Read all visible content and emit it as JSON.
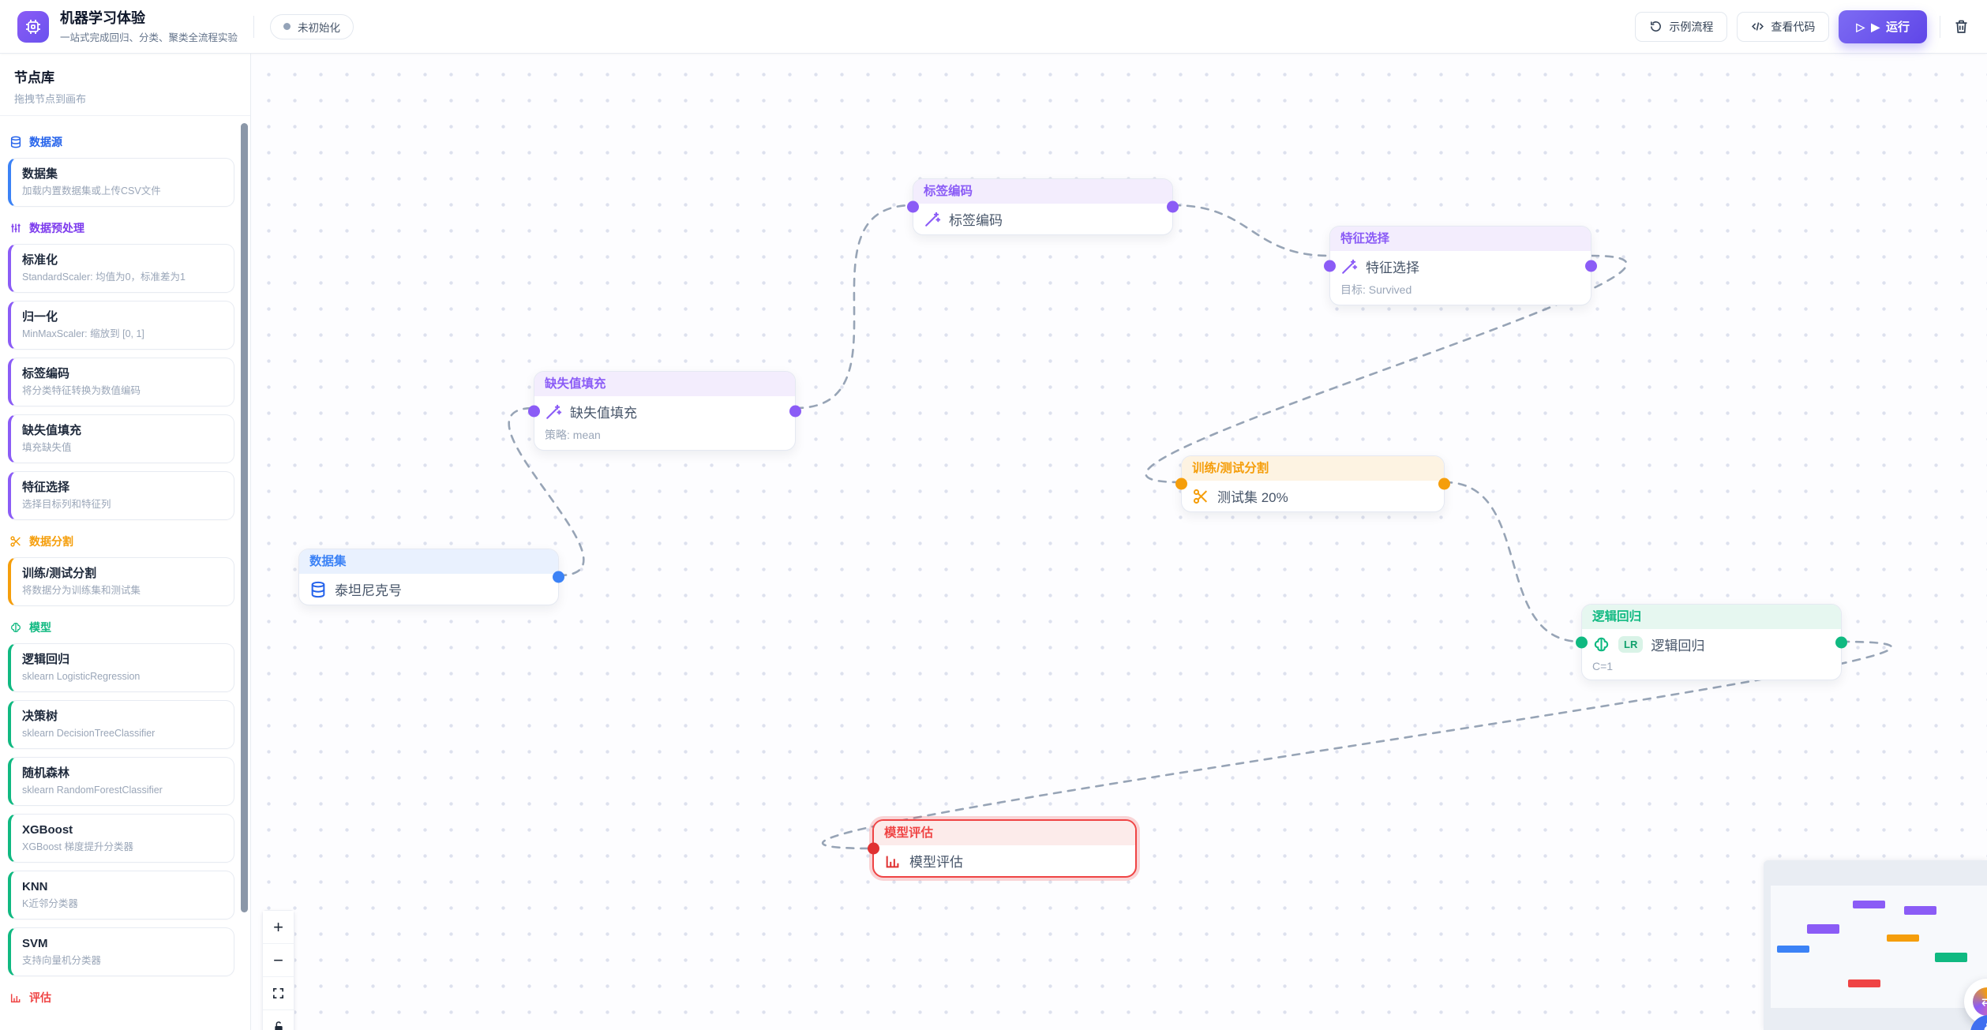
{
  "header": {
    "app_title": "机器学习体验",
    "app_subtitle": "一站式完成回归、分类、聚类全流程实验",
    "status_badge": "未初始化",
    "example_flow_label": "示例流程",
    "view_code_label": "查看代码",
    "run_label": "运行"
  },
  "sidebar": {
    "title": "节点库",
    "subtitle": "拖拽节点到画布",
    "categories": [
      {
        "label": "数据源",
        "color": "#2563eb",
        "items": [
          {
            "title": "数据集",
            "desc": "加载内置数据集或上传CSV文件"
          }
        ]
      },
      {
        "label": "数据预处理",
        "color": "#7c3aed",
        "items": [
          {
            "title": "标准化",
            "desc": "StandardScaler: 均值为0，标准差为1"
          },
          {
            "title": "归一化",
            "desc": "MinMaxScaler: 缩放到 [0, 1]"
          },
          {
            "title": "标签编码",
            "desc": "将分类特征转换为数值编码"
          },
          {
            "title": "缺失值填充",
            "desc": "填充缺失值"
          },
          {
            "title": "特征选择",
            "desc": "选择目标列和特征列"
          }
        ]
      },
      {
        "label": "数据分割",
        "color": "#f59e0b",
        "items": [
          {
            "title": "训练/测试分割",
            "desc": "将数据分为训练集和测试集"
          }
        ]
      },
      {
        "label": "模型",
        "color": "#10b981",
        "items": [
          {
            "title": "逻辑回归",
            "desc": "sklearn LogisticRegression"
          },
          {
            "title": "决策树",
            "desc": "sklearn DecisionTreeClassifier"
          },
          {
            "title": "随机森林",
            "desc": "sklearn RandomForestClassifier"
          },
          {
            "title": "XGBoost",
            "desc": "XGBoost 梯度提升分类器"
          },
          {
            "title": "KNN",
            "desc": "K近邻分类器"
          },
          {
            "title": "SVM",
            "desc": "支持向量机分类器"
          }
        ]
      },
      {
        "label": "评估",
        "color": "#ef4444",
        "items": []
      }
    ]
  },
  "canvas": {
    "nodes": [
      {
        "id": "dataset",
        "header": "数据集",
        "label": "泰坦尼克号",
        "theme": "blue"
      },
      {
        "id": "impute",
        "header": "缺失值填充",
        "label": "缺失值填充",
        "subtitle": "策略: mean",
        "theme": "purple"
      },
      {
        "id": "encode",
        "header": "标签编码",
        "label": "标签编码",
        "theme": "purple"
      },
      {
        "id": "select",
        "header": "特征选择",
        "label": "特征选择",
        "subtitle": "目标: Survived",
        "theme": "purple"
      },
      {
        "id": "split",
        "header": "训练/测试分割",
        "label": "测试集 20%",
        "theme": "orange"
      },
      {
        "id": "lr",
        "header": "逻辑回归",
        "label": "逻辑回归",
        "badge": "LR",
        "subtitle": "C=1",
        "theme": "green"
      },
      {
        "id": "eval",
        "header": "模型评估",
        "label": "模型评估",
        "theme": "red",
        "selected": true
      }
    ]
  },
  "controls": {
    "zoom_in": "+",
    "zoom_out": "−"
  },
  "colors": {
    "purple": "#8b5cf6",
    "blue": "#3b82f6",
    "orange": "#f59e0b",
    "green": "#10b981",
    "red": "#ef4444",
    "status_dot": "#94a3b8",
    "edge": "#97a4b6",
    "accent_gradient_start": "#7d6bf3",
    "accent_gradient_end": "#5f46e8"
  }
}
